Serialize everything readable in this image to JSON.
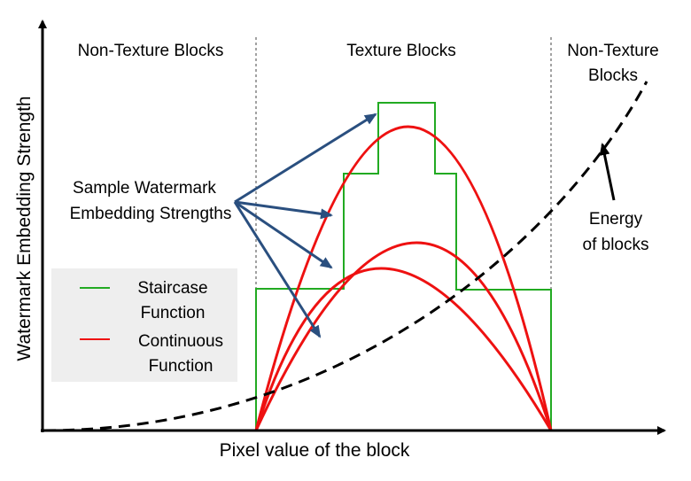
{
  "axes": {
    "x_title": "Pixel value of the block",
    "y_title": "Watermark Embedding Strength"
  },
  "regions": {
    "left": "Non-Texture Blocks",
    "middle": "Texture Blocks",
    "right_line1": "Non-Texture",
    "right_line2": "Blocks"
  },
  "annotations": {
    "sample_line1": "Sample Watermark",
    "sample_line2": "Embedding Strengths",
    "energy_line1": "Energy",
    "energy_line2": "of blocks"
  },
  "legend": {
    "items": [
      {
        "line1": "Staircase",
        "line2": "Function",
        "color": "#22aa22"
      },
      {
        "line1": "Continuous",
        "line2": "Function",
        "color": "#ee1111"
      }
    ]
  },
  "colors": {
    "staircase": "#22aa22",
    "continuous": "#ee1111",
    "arrow": "#2a4f7f",
    "energy": "#000000",
    "legend_bg": "#eeeeee"
  }
}
